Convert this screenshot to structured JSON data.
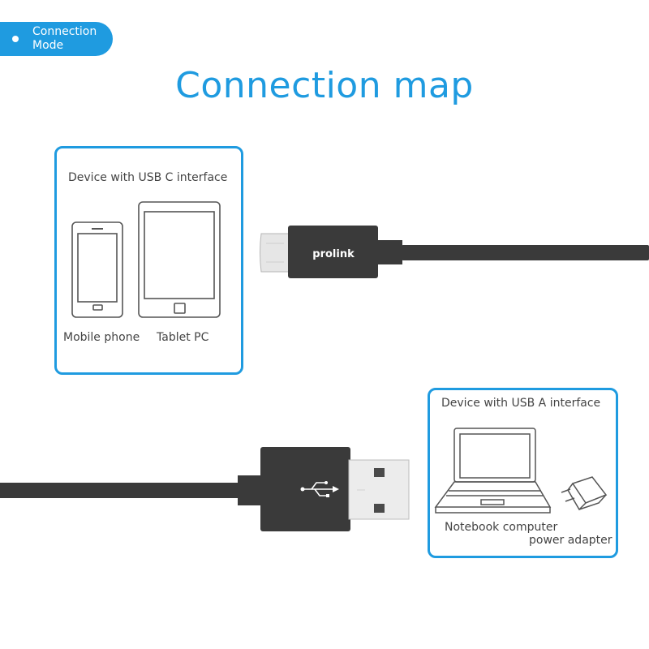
{
  "badge": {
    "text": "Connection Mode"
  },
  "title": "Connection map",
  "usb_c_panel": {
    "heading": "Device with USB C interface",
    "devices": [
      "Mobile phone",
      "Tablet PC"
    ]
  },
  "usb_a_panel": {
    "heading": "Device with USB A interface",
    "devices": [
      "Notebook computer",
      "power adapter"
    ]
  },
  "cable": {
    "brand": "prolink"
  },
  "colors": {
    "accent": "#1f9be0",
    "cable": "#3a3a3a",
    "text": "#444444"
  }
}
